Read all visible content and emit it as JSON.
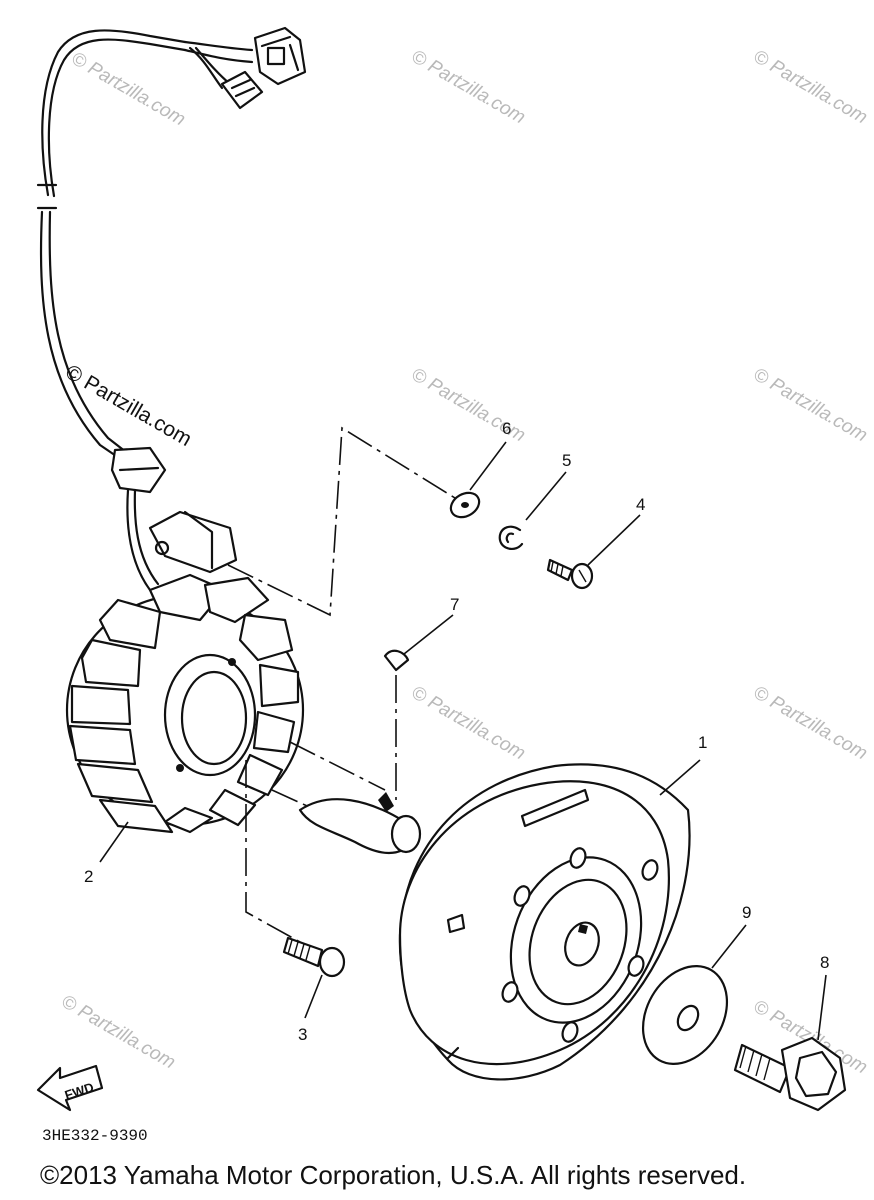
{
  "diagram": {
    "part_code": "3HE332-9390",
    "copyright": "©2013 Yamaha Motor Corporation, U.S.A. All rights reserved.",
    "watermark": "© Partzilla.com",
    "fwd_label": "FWD",
    "callouts": [
      "1",
      "2",
      "3",
      "4",
      "5",
      "6",
      "7",
      "8",
      "9"
    ]
  }
}
